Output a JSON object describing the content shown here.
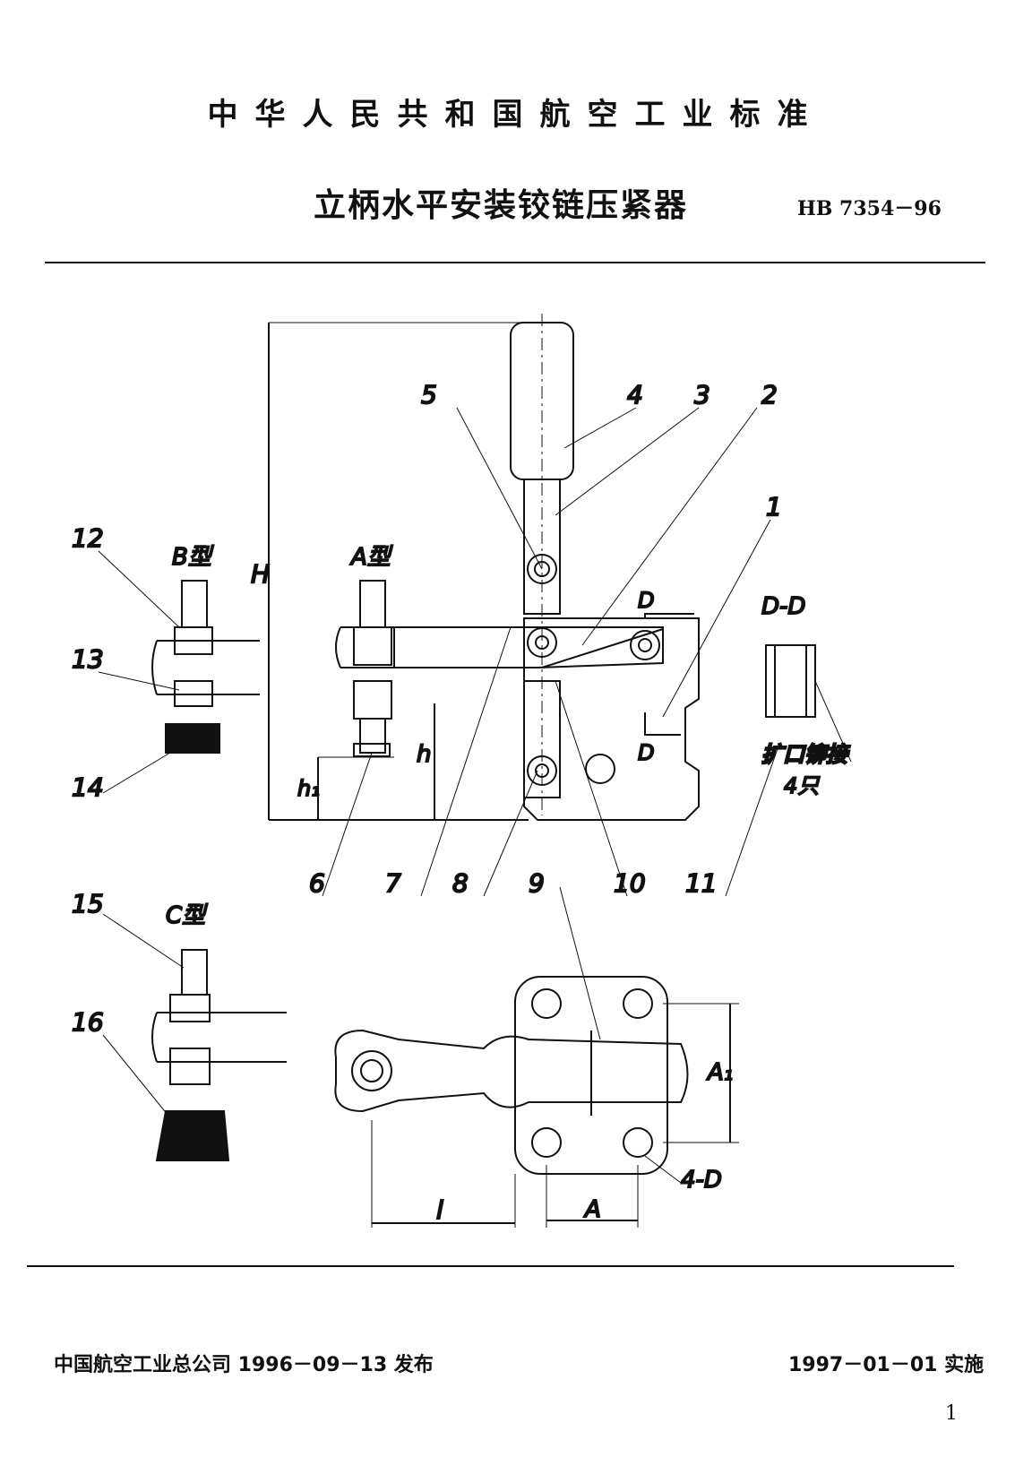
{
  "header": {
    "standard_title": "中华人民共和国航空工业标准",
    "doc_title": "立柄水平安装铰链压紧器",
    "doc_code": "HB 7354－96"
  },
  "drawing": {
    "part_numbers": [
      "1",
      "2",
      "3",
      "4",
      "5",
      "6",
      "7",
      "8",
      "9",
      "10",
      "11",
      "12",
      "13",
      "14",
      "15",
      "16"
    ],
    "views": {
      "b_type": "B型",
      "a_type": "A型",
      "c_type": "C型",
      "section": "D-D",
      "section_mark_top": "D",
      "section_mark_bottom": "D"
    },
    "dimensions": {
      "H": "H",
      "h": "h",
      "h1": "h₁",
      "l": "l",
      "A": "A",
      "A1": "A₁",
      "holes": "4-D"
    },
    "notes": {
      "rivet_note": "扩口铆接",
      "rivet_count": "4只"
    }
  },
  "footer": {
    "issuer": "中国航空工业总公司 1996－09－13 发布",
    "effective": "1997－01－01 实施",
    "page": "1"
  }
}
